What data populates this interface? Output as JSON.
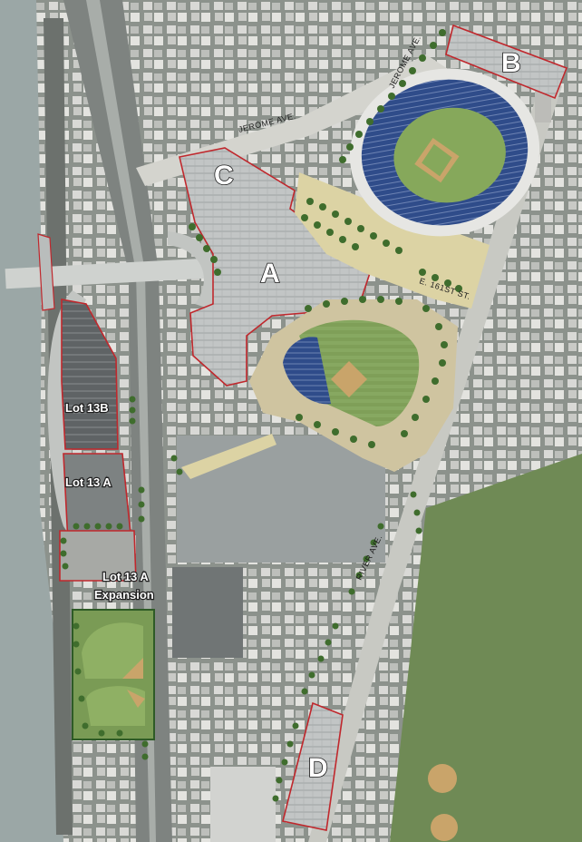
{
  "map": {
    "streets": {
      "jerome_ave_1": "JEROME AVE.",
      "jerome_ave_2": "JEROME AVE.",
      "e_161st": "E. 161ST ST.",
      "river_ave": "RIVER AVE."
    },
    "lots": {
      "a": "A",
      "b": "B",
      "c": "C",
      "d": "D",
      "lot_13b": "Lot 13B",
      "lot_13a": "Lot 13 A",
      "lot_13a_exp_1": "Lot 13 A",
      "lot_13a_exp_2": "Expansion"
    },
    "colors": {
      "river": "#9ba7a6",
      "lot_outline": "#c0282d",
      "lot_fill": "#bfc2c2",
      "field_green": "#86a85b",
      "infield": "#c9a46a",
      "tree": "#3f6d2d",
      "plaza": "#dcd3a4",
      "seats": "#2f4c8a"
    }
  }
}
